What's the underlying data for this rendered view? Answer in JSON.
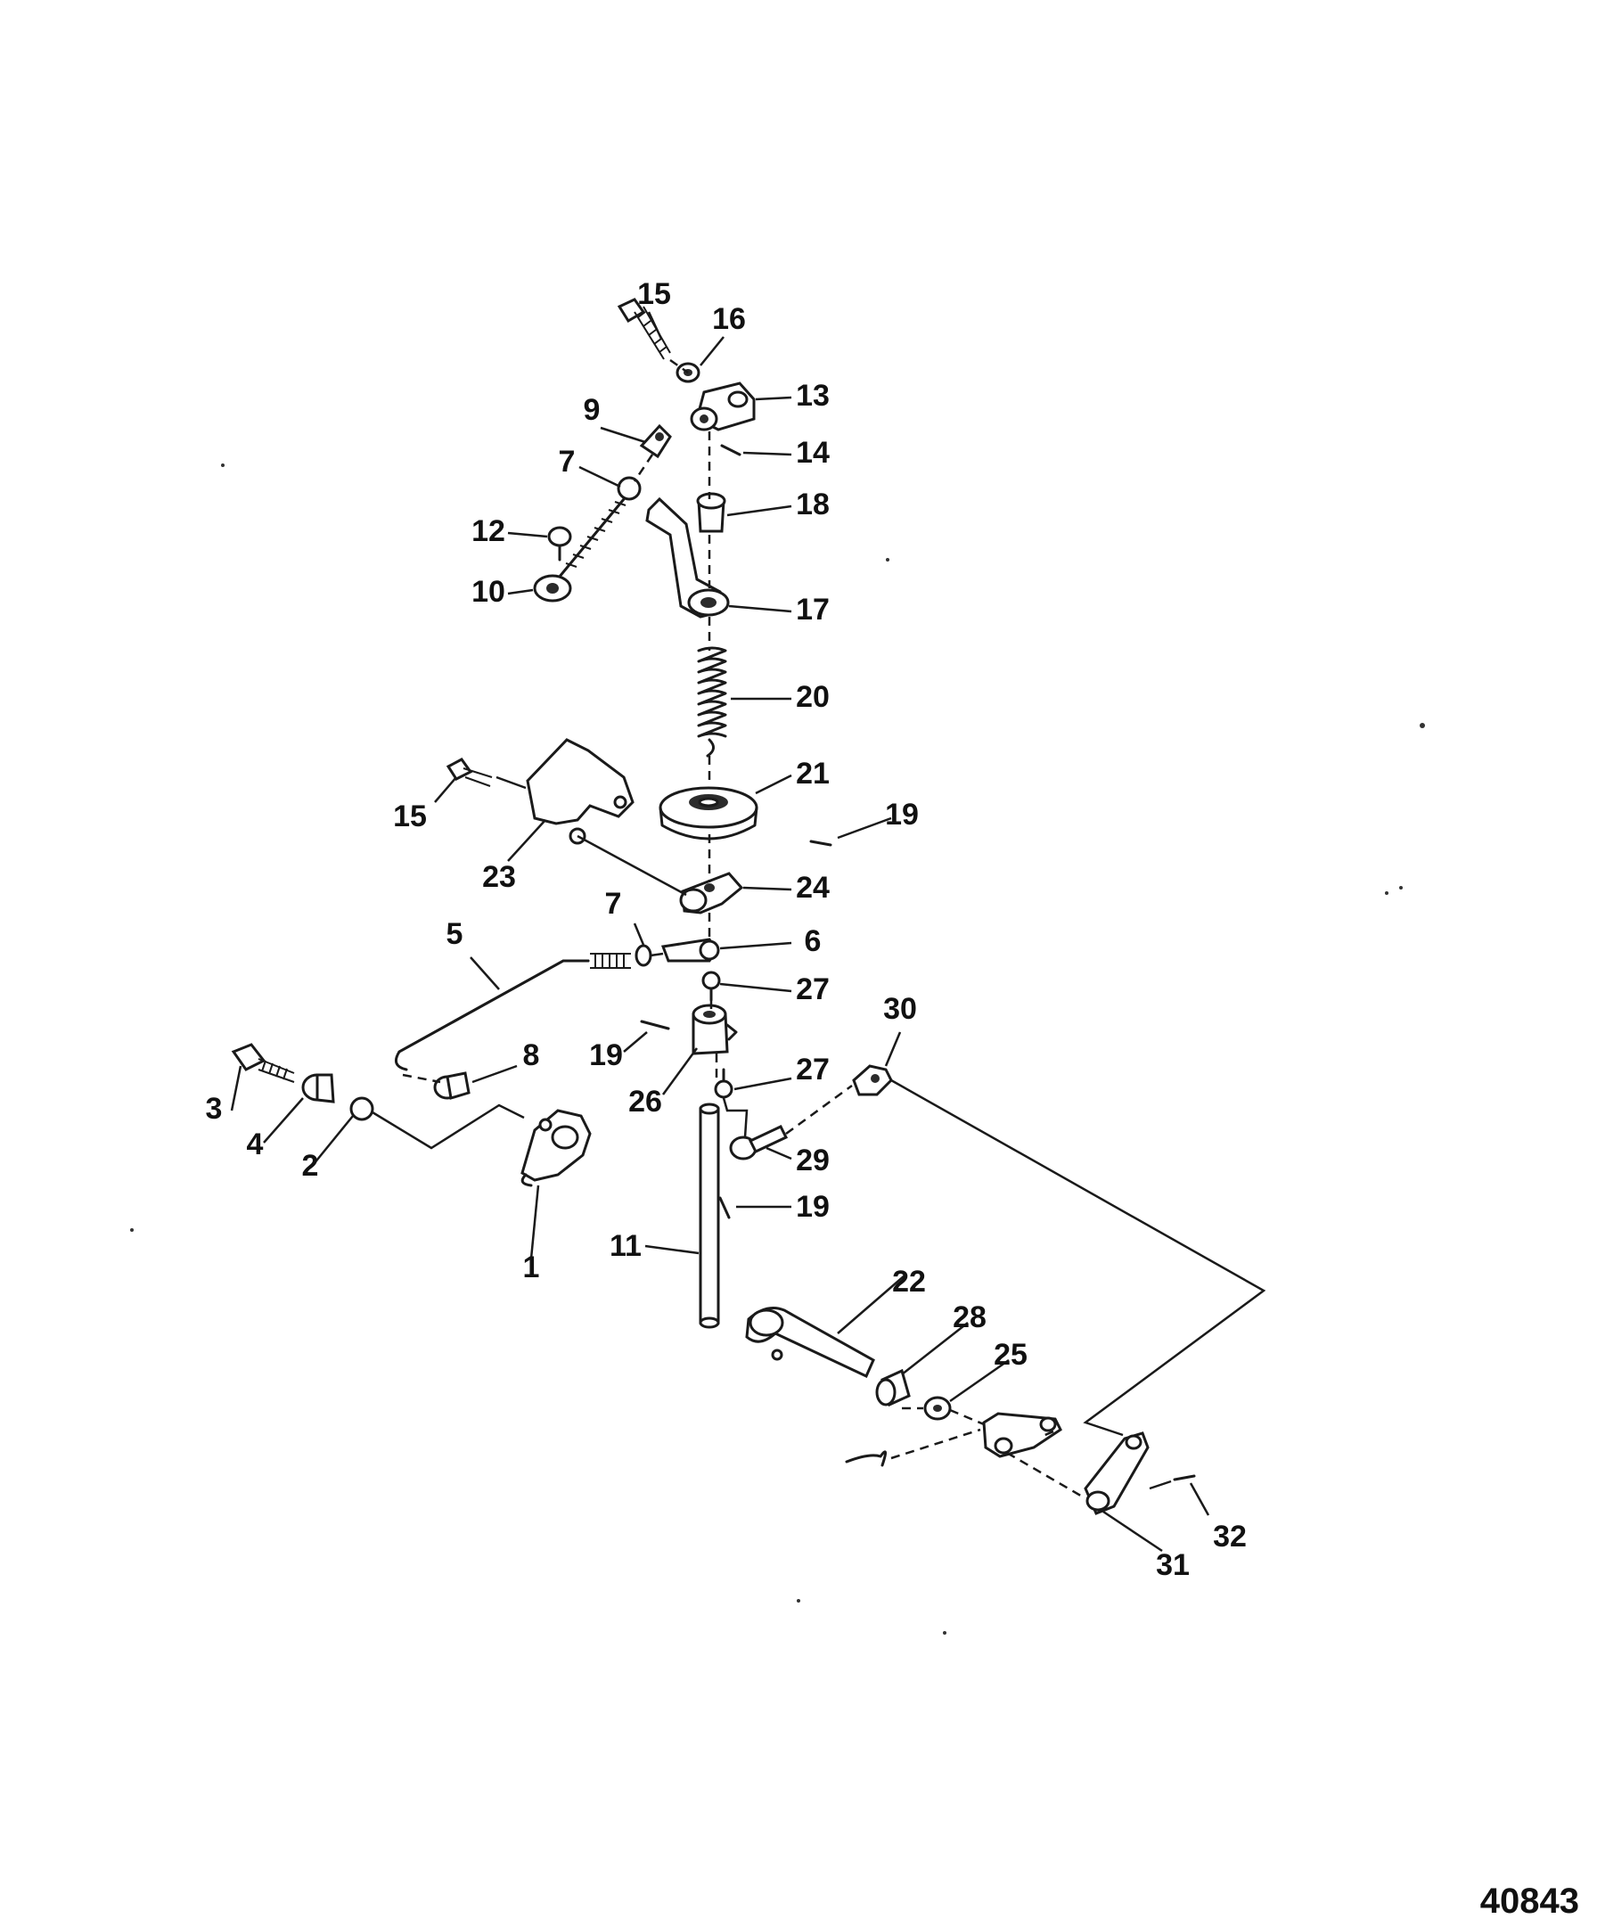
{
  "figure": {
    "id": "40843"
  },
  "callouts": [
    {
      "key": "c15a",
      "text": "15"
    },
    {
      "key": "c16",
      "text": "16"
    },
    {
      "key": "c13",
      "text": "13"
    },
    {
      "key": "c9",
      "text": "9"
    },
    {
      "key": "c14",
      "text": "14"
    },
    {
      "key": "c7a",
      "text": "7"
    },
    {
      "key": "c18",
      "text": "18"
    },
    {
      "key": "c12",
      "text": "12"
    },
    {
      "key": "c10",
      "text": "10"
    },
    {
      "key": "c17",
      "text": "17"
    },
    {
      "key": "c20",
      "text": "20"
    },
    {
      "key": "c21",
      "text": "21"
    },
    {
      "key": "c15b",
      "text": "15"
    },
    {
      "key": "c19a",
      "text": "19"
    },
    {
      "key": "c23",
      "text": "23"
    },
    {
      "key": "c24",
      "text": "24"
    },
    {
      "key": "c5",
      "text": "5"
    },
    {
      "key": "c7b",
      "text": "7"
    },
    {
      "key": "c6",
      "text": "6"
    },
    {
      "key": "c27a",
      "text": "27"
    },
    {
      "key": "c30",
      "text": "30"
    },
    {
      "key": "c19b",
      "text": "19"
    },
    {
      "key": "c8",
      "text": "8"
    },
    {
      "key": "c27b",
      "text": "27"
    },
    {
      "key": "c3",
      "text": "3"
    },
    {
      "key": "c26",
      "text": "26"
    },
    {
      "key": "c4",
      "text": "4"
    },
    {
      "key": "c2",
      "text": "2"
    },
    {
      "key": "c29",
      "text": "29"
    },
    {
      "key": "c19c",
      "text": "19"
    },
    {
      "key": "c1",
      "text": "1"
    },
    {
      "key": "c11",
      "text": "11"
    },
    {
      "key": "c22",
      "text": "22"
    },
    {
      "key": "c28",
      "text": "28"
    },
    {
      "key": "c25",
      "text": "25"
    },
    {
      "key": "c32",
      "text": "32"
    },
    {
      "key": "c31",
      "text": "31"
    }
  ]
}
